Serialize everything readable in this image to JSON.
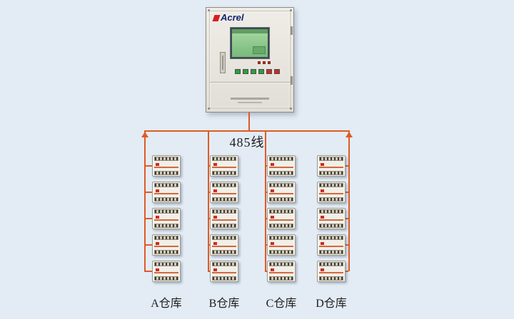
{
  "background_color": "#e3ecf5",
  "line_color": "#df5a26",
  "cabinet": {
    "brand": "Acrel",
    "screen_color": "#8cc78b",
    "buttons": [
      "#2ba03e",
      "#2ba03e",
      "#2ba03e",
      "#2ba03e",
      "#ce2b20",
      "#ce2b20"
    ],
    "leds": [
      "#ce2b20",
      "#ce2b20",
      "#ce2b20"
    ]
  },
  "bus": {
    "label": "485线"
  },
  "columns": [
    {
      "id": "A",
      "label": "A仓库",
      "devices": 5
    },
    {
      "id": "B",
      "label": "B仓库",
      "devices": 5
    },
    {
      "id": "C",
      "label": "C仓库",
      "devices": 5
    },
    {
      "id": "D",
      "label": "D仓库",
      "devices": 5
    }
  ]
}
